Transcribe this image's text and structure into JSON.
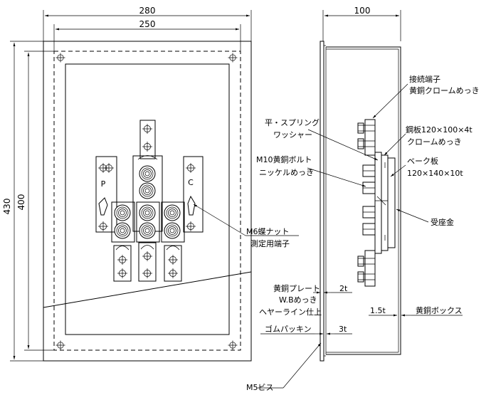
{
  "dimensions": {
    "outer_width": "280",
    "inner_width": "250",
    "outer_height": "430",
    "inner_height": "400",
    "side_depth": "100"
  },
  "front_labels": {
    "phase_p": "P",
    "phase_c": "C",
    "butterfly_nut": "M6蝶ナット",
    "butterfly_nut_2": "測定用端子"
  },
  "side_labels": {
    "terminal_1": "接続端子",
    "terminal_2": "黄銅クロームめっき",
    "washer_1": "平・スプリング",
    "washer_2": "ワッシャー",
    "steel_plate_1": "鋼板120×100×4t",
    "steel_plate_2": "クロームめっき",
    "bolt_1": "M10黄銅ボルト",
    "bolt_2": "ニッケルめっき",
    "bakelite_1": "ベーク板",
    "bakelite_2": "120×140×10t",
    "receiver": "受座金",
    "brass_plate_1": "黄銅プレート",
    "brass_plate_2": "W.Bめっき",
    "brass_plate_3": "ヘヤーライン仕上",
    "brass_plate_thickness": "2t",
    "box_thickness": "1.5t",
    "brass_box": "黄銅ボックス",
    "gasket": "ゴムパッキン",
    "gasket_thickness": "3t",
    "screw": "M5ビス"
  }
}
